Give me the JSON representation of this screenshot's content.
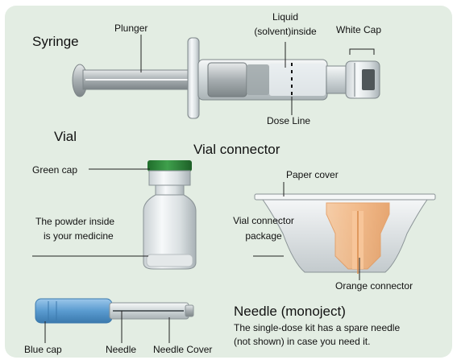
{
  "syringe": {
    "title": "Syringe",
    "plunger": "Plunger",
    "liquid_line1": "Liquid",
    "liquid_line2": "(solvent)inside",
    "white_cap": "White Cap",
    "dose_line": "Dose Line"
  },
  "vial": {
    "title": "Vial",
    "green_cap": "Green cap",
    "powder_line1": "The powder inside",
    "powder_line2": "is your medicine"
  },
  "connector": {
    "title": "Vial connector",
    "paper_cover": "Paper cover",
    "package_line1": "Vial connector",
    "package_line2": "package",
    "orange_connector": "Orange connector"
  },
  "needle": {
    "title": "Needle (monoject)",
    "note_line1": "The single-dose kit has a spare needle",
    "note_line2": "(not shown) in case you need it.",
    "blue_cap": "Blue cap",
    "needle": "Needle",
    "needle_cover": "Needle Cover"
  },
  "colors": {
    "panel": "#e3ede3",
    "green_cap": "#2e8b3c",
    "blue_cap": "#5a9bd0",
    "orange_connector": "#f3b27a"
  }
}
